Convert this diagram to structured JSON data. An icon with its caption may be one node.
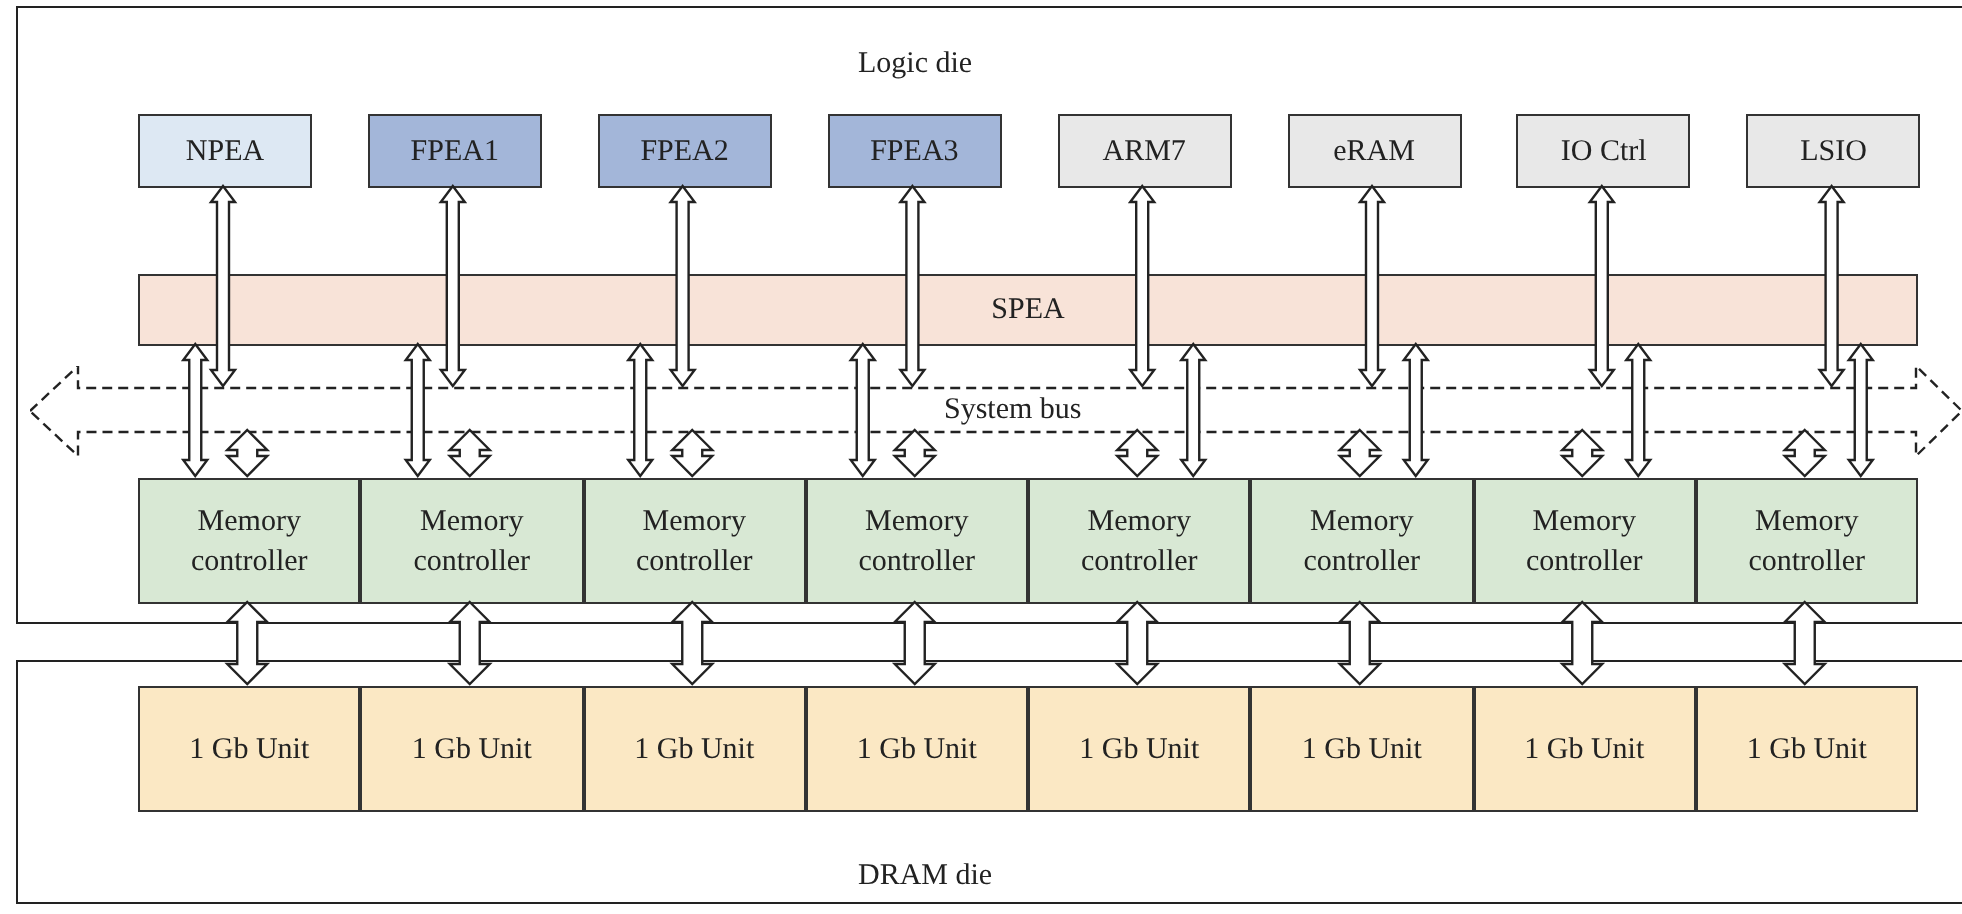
{
  "diagram": {
    "nodes": [
      {
        "text": [
          "Logic die"
        ]
      },
      {
        "text": [
          "NPEA"
        ],
        "in": 0
      },
      {
        "text": [
          "FPEA1"
        ],
        "in": 0
      },
      {
        "text": [
          "FPEA2"
        ],
        "in": 0
      },
      {
        "text": [
          "FPEA3"
        ],
        "in": 0
      },
      {
        "text": [
          "ARM7"
        ],
        "in": 0
      },
      {
        "text": [
          "eRAM"
        ],
        "in": 0
      },
      {
        "text": [
          "IO Ctrl"
        ],
        "in": 0
      },
      {
        "text": [
          "LSIO"
        ],
        "in": 0
      },
      {
        "text": [
          "SPEA"
        ],
        "in": 0
      },
      {
        "text": [
          "System bus"
        ],
        "in": 0
      },
      {
        "text": [
          "Memory controller"
        ],
        "in": 0
      },
      {
        "text": [
          "Memory controller"
        ],
        "in": 0
      },
      {
        "text": [
          "Memory controller"
        ],
        "in": 0
      },
      {
        "text": [
          "Memory controller"
        ],
        "in": 0
      },
      {
        "text": [
          "Memory controller"
        ],
        "in": 0
      },
      {
        "text": [
          "Memory controller"
        ],
        "in": 0
      },
      {
        "text": [
          "Memory controller"
        ],
        "in": 0
      },
      {
        "text": [
          "Memory controller"
        ],
        "in": 0
      },
      {
        "text": [
          "DRAM die"
        ]
      },
      {
        "text": [
          "1 Gb Unit"
        ],
        "in": 19
      },
      {
        "text": [
          "1 Gb Unit"
        ],
        "in": 19
      },
      {
        "text": [
          "1 Gb Unit"
        ],
        "in": 19
      },
      {
        "text": [
          "1 Gb Unit"
        ],
        "in": 19
      },
      {
        "text": [
          "1 Gb Unit"
        ],
        "in": 19
      },
      {
        "text": [
          "1 Gb Unit"
        ],
        "in": 19
      },
      {
        "text": [
          "1 Gb Unit"
        ],
        "in": 19
      },
      {
        "text": [
          "1 Gb Unit"
        ],
        "in": 19
      }
    ],
    "edges": [
      {
        "from": 1,
        "to": 10,
        "arrow": "both"
      },
      {
        "from": 10,
        "to": 11,
        "arrow": "both"
      },
      {
        "from": 9,
        "to": 11,
        "arrow": "both"
      },
      {
        "from": 11,
        "to": 20,
        "arrow": "both"
      },
      {
        "from": 2,
        "to": 10,
        "arrow": "both"
      },
      {
        "from": 10,
        "to": 12,
        "arrow": "both"
      },
      {
        "from": 9,
        "to": 12,
        "arrow": "both"
      },
      {
        "from": 12,
        "to": 21,
        "arrow": "both"
      },
      {
        "from": 3,
        "to": 10,
        "arrow": "both"
      },
      {
        "from": 10,
        "to": 13,
        "arrow": "both"
      },
      {
        "from": 9,
        "to": 13,
        "arrow": "both"
      },
      {
        "from": 13,
        "to": 22,
        "arrow": "both"
      },
      {
        "from": 4,
        "to": 10,
        "arrow": "both"
      },
      {
        "from": 10,
        "to": 14,
        "arrow": "both"
      },
      {
        "from": 9,
        "to": 14,
        "arrow": "both"
      },
      {
        "from": 14,
        "to": 23,
        "arrow": "both"
      },
      {
        "from": 5,
        "to": 10,
        "arrow": "both"
      },
      {
        "from": 10,
        "to": 15,
        "arrow": "both"
      },
      {
        "from": 9,
        "to": 15,
        "arrow": "both"
      },
      {
        "from": 15,
        "to": 24,
        "arrow": "both"
      },
      {
        "from": 6,
        "to": 10,
        "arrow": "both"
      },
      {
        "from": 10,
        "to": 16,
        "arrow": "both"
      },
      {
        "from": 9,
        "to": 16,
        "arrow": "both"
      },
      {
        "from": 16,
        "to": 25,
        "arrow": "both"
      },
      {
        "from": 7,
        "to": 10,
        "arrow": "both"
      },
      {
        "from": 10,
        "to": 17,
        "arrow": "both"
      },
      {
        "from": 9,
        "to": 17,
        "arrow": "both"
      },
      {
        "from": 17,
        "to": 26,
        "arrow": "both"
      },
      {
        "from": 8,
        "to": 10,
        "arrow": "both"
      },
      {
        "from": 10,
        "to": 18,
        "arrow": "both"
      },
      {
        "from": 9,
        "to": 18,
        "arrow": "both"
      },
      {
        "from": 18,
        "to": 27,
        "arrow": "both"
      }
    ]
  }
}
